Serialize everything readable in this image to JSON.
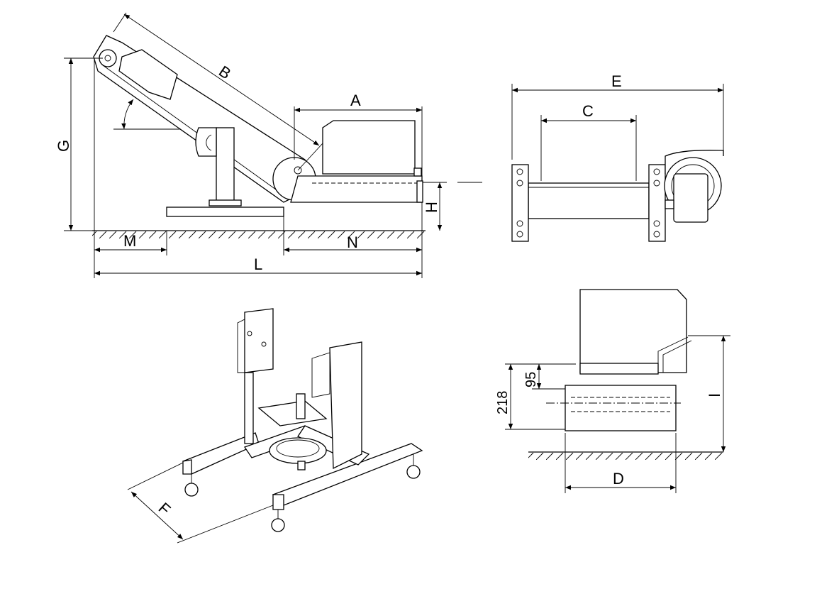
{
  "labels": {
    "A": "A",
    "B": "B",
    "C": "C",
    "D": "D",
    "E": "E",
    "F": "F",
    "G": "G",
    "H": "H",
    "I": "I",
    "L": "L",
    "M": "M",
    "N": "N",
    "dim_95": "95",
    "dim_218": "218"
  }
}
